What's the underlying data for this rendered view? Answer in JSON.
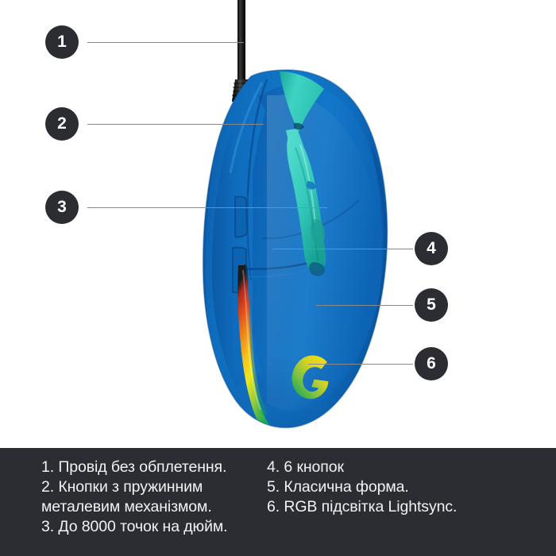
{
  "product": {
    "name": "gaming-mouse",
    "body_color": "#0f6cbd",
    "body_color_dark": "#0a549b",
    "body_color_light": "#1a7fd4",
    "accent_color": "#2fc3b4",
    "accent_color_dark": "#1fa79a",
    "cable_color": "#1a1a1a",
    "logo_colors": [
      "#f2d21a",
      "#8cc63e",
      "#1aa84f"
    ],
    "rgb_strip_colors": [
      "#c8341f",
      "#e8521f",
      "#f08a1e",
      "#f5c518",
      "#e8e317",
      "#8cc63e",
      "#2aa84f"
    ]
  },
  "callouts": [
    {
      "id": "1",
      "number": "1"
    },
    {
      "id": "2",
      "number": "2"
    },
    {
      "id": "3",
      "number": "3"
    },
    {
      "id": "4",
      "number": "4"
    },
    {
      "id": "5",
      "number": "5"
    },
    {
      "id": "6",
      "number": "6"
    }
  ],
  "specs": {
    "left_column": [
      "1. Провід без обплетення.",
      "2. Кнопки з пружинним",
      "металевим механізмом.",
      "3. До 8000 точок на дюйм."
    ],
    "right_column": [
      "4. 6 кнопок",
      "5. Класична форма.",
      "6. RGB підсвітка Lightsync."
    ]
  },
  "colors": {
    "footer_background": "#2b2d33",
    "footer_text": "#f2f2f2",
    "badge_background": "#2b2d33",
    "badge_text": "#ffffff",
    "leader_line": "#8a8a8a",
    "page_background": "#ffffff"
  }
}
